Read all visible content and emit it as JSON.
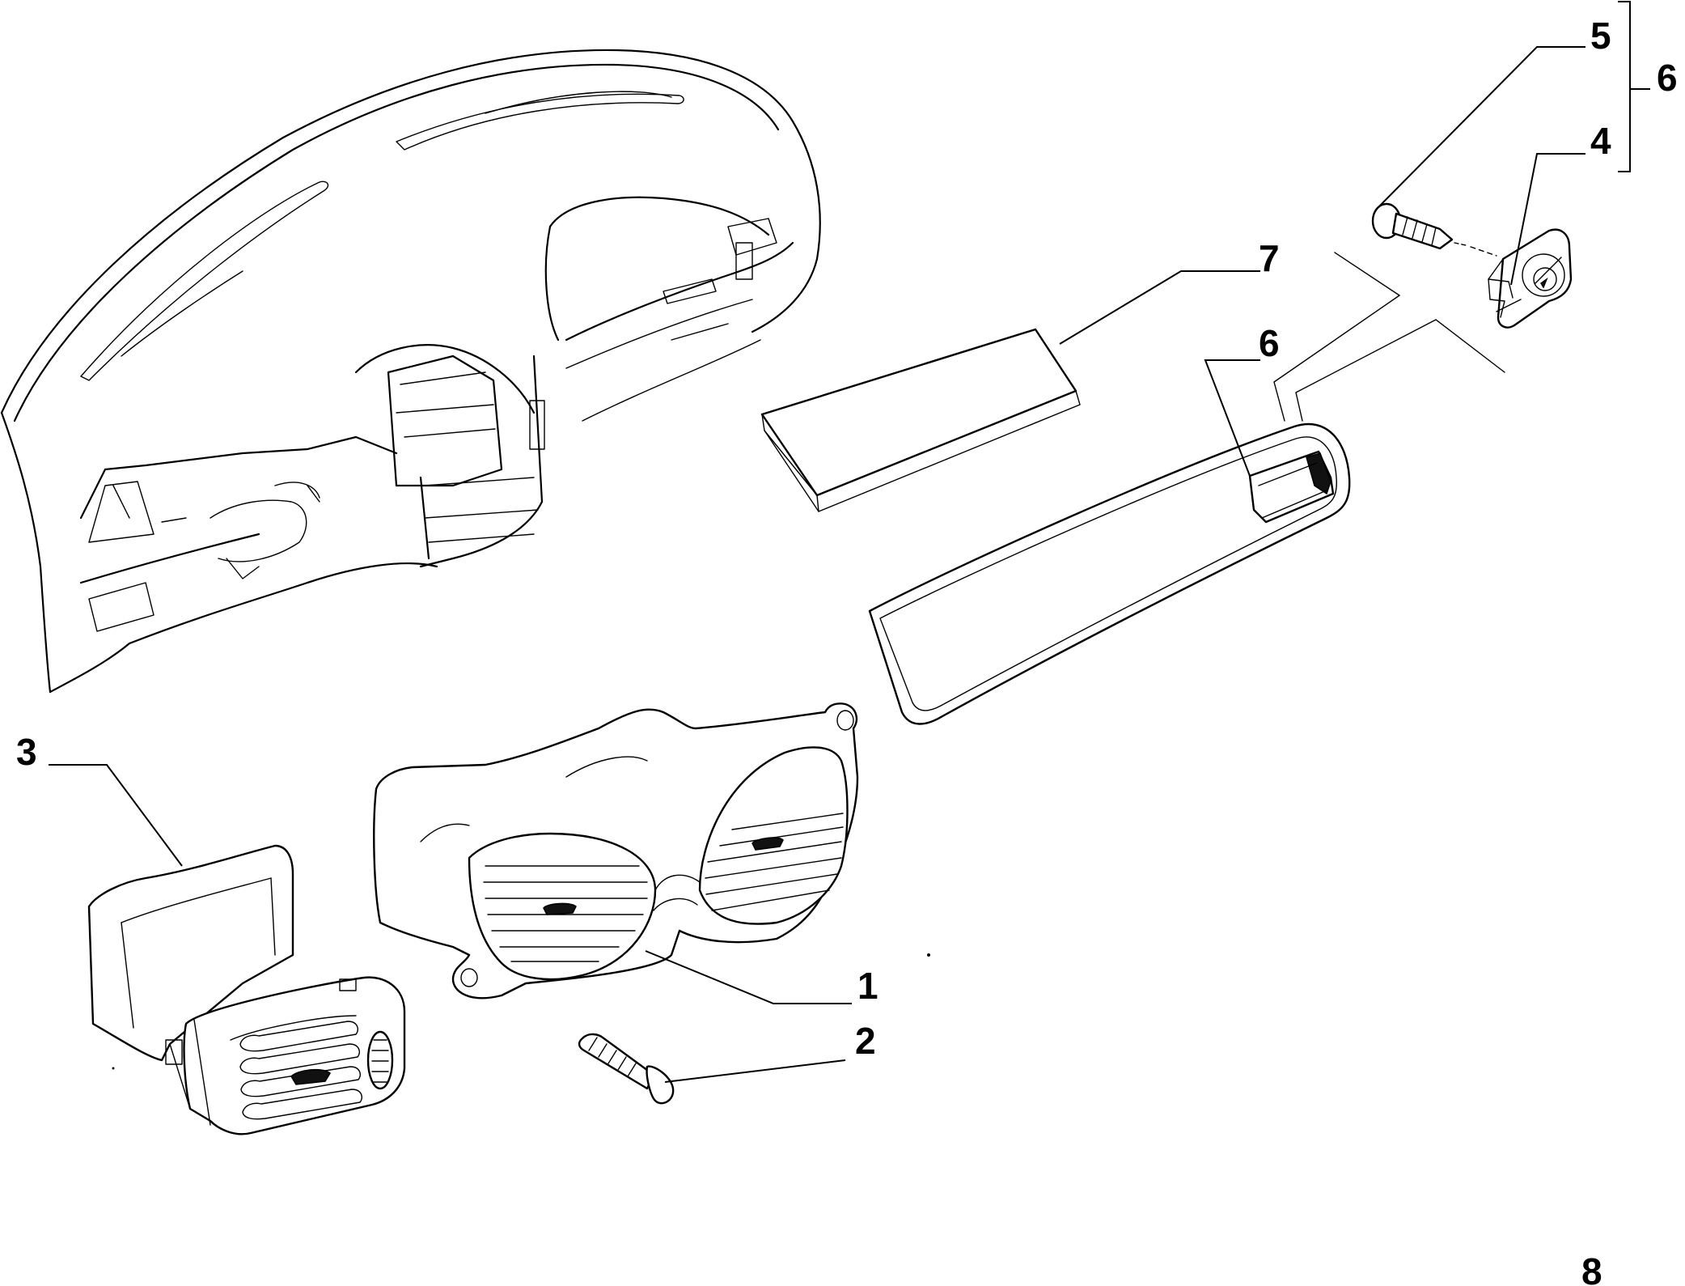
{
  "callouts": {
    "c1": "1",
    "c2": "2",
    "c3": "3",
    "c4": "4",
    "c5": "5",
    "c6_bracket": "6",
    "c6_panel": "6",
    "c7": "7",
    "page_number": "8"
  },
  "colors": {
    "line": "#000000",
    "background": "#ffffff"
  }
}
